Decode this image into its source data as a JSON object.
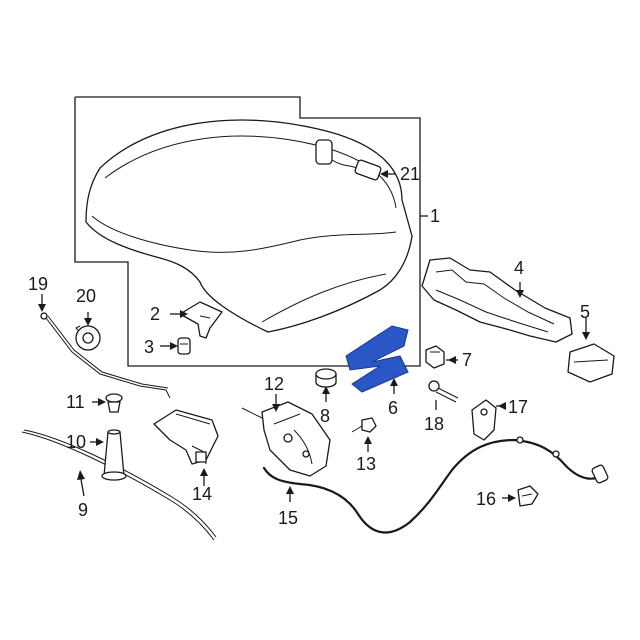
{
  "colors": {
    "line": "#1a1a1a",
    "background": "#ffffff",
    "highlight": "#2a56c6"
  },
  "callouts": {
    "c1": "1",
    "c2": "2",
    "c3": "3",
    "c4": "4",
    "c5": "5",
    "c6": "6",
    "c7": "7",
    "c8": "8",
    "c9": "9",
    "c10": "10",
    "c11": "11",
    "c12": "12",
    "c13": "13",
    "c14": "14",
    "c15": "15",
    "c16": "16",
    "c17": "17",
    "c18": "18",
    "c19": "19",
    "c20": "20",
    "c21": "21"
  },
  "highlighted_part": "6"
}
